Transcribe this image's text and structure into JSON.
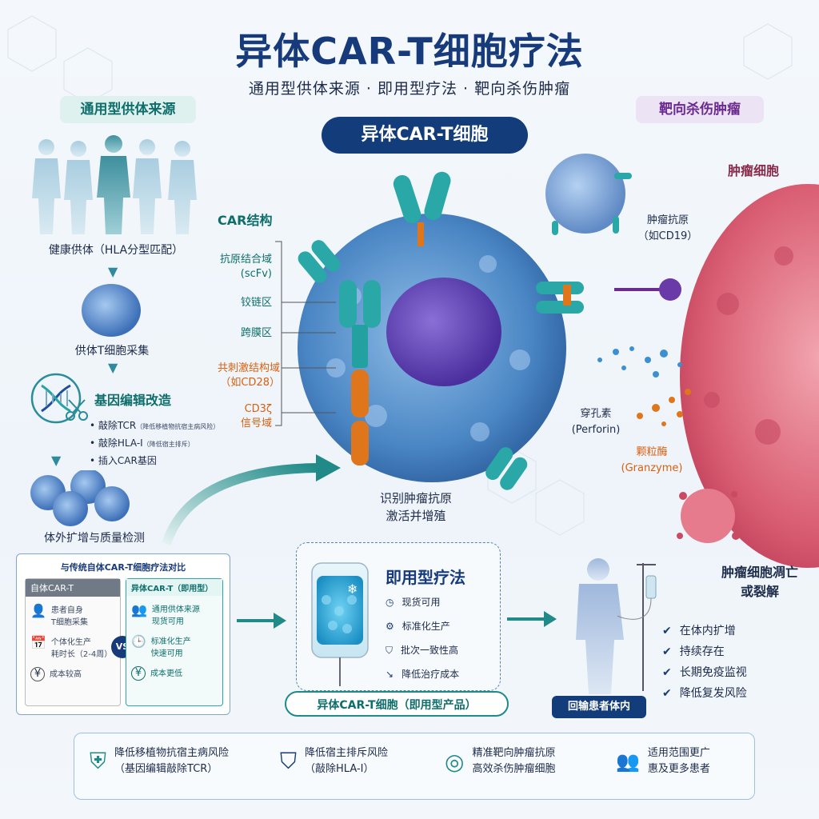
{
  "title": "异体CAR-T细胞疗法",
  "subtitle": "通用型供体来源 · 即用型疗法 · 靶向杀伤肿瘤",
  "pills": {
    "universal": "通用型供体来源",
    "target": "靶向杀伤肿瘤",
    "center": "异体CAR-T细胞"
  },
  "left_flow": {
    "donor": "健康供体（HLA分型匹配）",
    "collect": "供体T细胞采集",
    "edit_title": "基因编辑改造",
    "edit_items": [
      {
        "main": "敲除TCR",
        "note": "（降低移植物抗宿主病风险）"
      },
      {
        "main": "敲除HLA-I",
        "note": "（降低宿主排斥）"
      },
      {
        "main": "插入CAR基因",
        "note": ""
      }
    ],
    "expand": "体外扩增与质量检测"
  },
  "car_structure": {
    "title": "CAR结构",
    "parts": [
      {
        "label": "抗原结合域",
        "sub": "(scFv)"
      },
      {
        "label": "铰链区",
        "sub": ""
      },
      {
        "label": "跨膜区",
        "sub": ""
      },
      {
        "label": "共刺激结构域",
        "sub": "（如CD28）"
      },
      {
        "label": "CD3ζ",
        "sub": "信号域"
      }
    ]
  },
  "activation": {
    "line1": "识别肿瘤抗原",
    "line2": "激活并增殖"
  },
  "tumor": {
    "cell": "肿瘤细胞",
    "antigen": "肿瘤抗原",
    "antigen_example": "（如CD19）",
    "perforin": "穿孔素",
    "perforin_en": "(Perforin)",
    "granzyme": "颗粒酶",
    "granzyme_en": "(Granzyme)",
    "death_line1": "肿瘤细胞凋亡",
    "death_line2": "或裂解"
  },
  "compare": {
    "title": "与传统自体CAR-T细胞疗法对比",
    "auto_title": "自体CAR-T",
    "allo_title": "异体CAR-T（即用型）",
    "vs": "VS",
    "auto_items": [
      "患者自身\nT细胞采集",
      "个体化生产\n耗时长（2-4周）",
      "成本较高"
    ],
    "allo_items": [
      "通用供体来源\n现货可用",
      "标准化生产\n快速可用",
      "成本更低"
    ]
  },
  "ready": {
    "title": "即用型疗法",
    "items": [
      "现货可用",
      "标准化生产",
      "批次一致性高",
      "降低治疗成本"
    ],
    "product": "异体CAR-T细胞（即用型产品）"
  },
  "patient": {
    "label": "回输患者体内",
    "items": [
      "在体内扩增",
      "持续存在",
      "长期免疫监视",
      "降低复发风险"
    ]
  },
  "benefits": [
    {
      "line1": "降低移植物抗宿主病风险",
      "line2": "（基因编辑敲除TCR）"
    },
    {
      "line1": "降低宿主排斥风险",
      "line2": "（敲除HLA-I）"
    },
    {
      "line1": "精准靶向肿瘤抗原",
      "line2": "高效杀伤肿瘤细胞"
    },
    {
      "line1": "适用范围更广",
      "line2": "惠及更多患者"
    }
  ],
  "colors": {
    "navy": "#133d7a",
    "teal": "#0e8a86",
    "orange": "#e0761c",
    "purple": "#6a2a8f",
    "tumor": "#d95d72"
  }
}
